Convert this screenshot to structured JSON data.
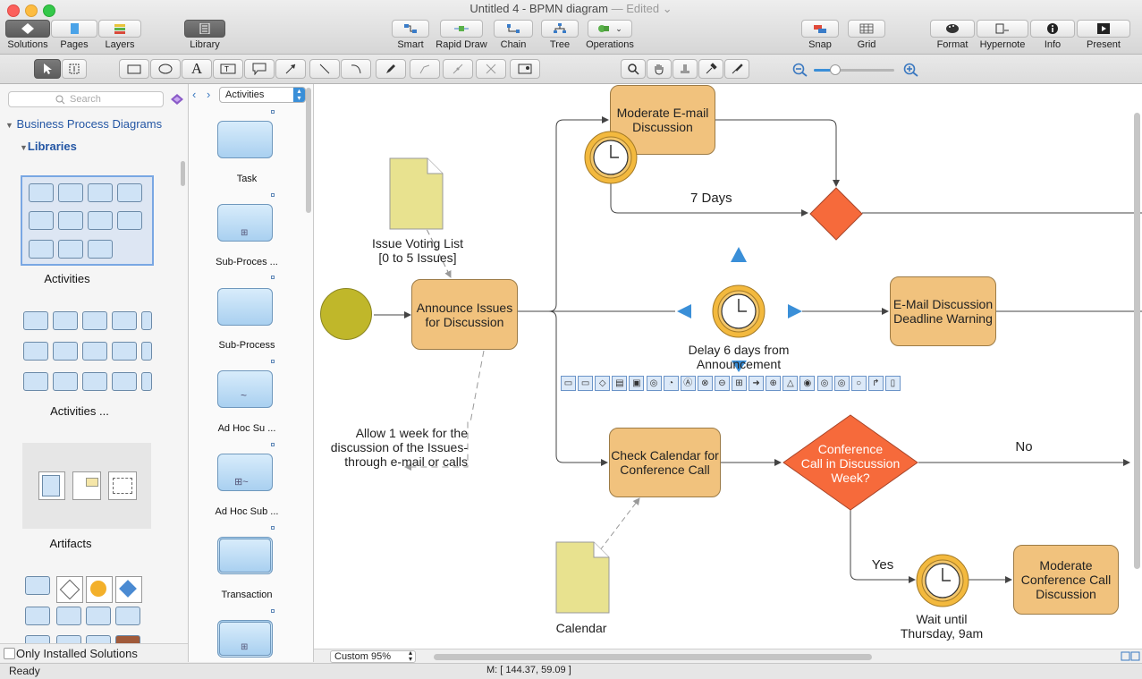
{
  "window": {
    "title": "Untitled 4 - BPMN diagram",
    "edited": " — Edited"
  },
  "toolbar": {
    "solutions": "Solutions",
    "pages": "Pages",
    "layers": "Layers",
    "library": "Library",
    "smart": "Smart",
    "rapid_draw": "Rapid Draw",
    "chain": "Chain",
    "tree": "Tree",
    "operations": "Operations",
    "snap": "Snap",
    "grid": "Grid",
    "format": "Format",
    "hypernote": "Hypernote",
    "info": "Info",
    "present": "Present"
  },
  "left_panel": {
    "search_placeholder": "Search",
    "tree_root": "Business Process Diagrams",
    "tree_child": "Libraries",
    "libraries": [
      "Activities",
      "Activities ...",
      "Artifacts"
    ],
    "only_installed": "Only Installed Solutions"
  },
  "middle_panel": {
    "dropdown": "Activities",
    "shapes": [
      "Task",
      "Sub-Proces ...",
      "Sub-Process",
      "Ad Hoc Su ...",
      "Ad Hoc Sub ...",
      "Transaction"
    ]
  },
  "diagram": {
    "moderate_email": "Moderate E-mail Discussion",
    "seven_days": "7 Days",
    "issue_voting_1": "Issue Voting List",
    "issue_voting_2": "[0 to 5 Issues]",
    "announce_issues": "Announce Issues for Discussion",
    "delay_1": "Delay 6 days from",
    "delay_2": "Announcement",
    "email_deadline": "E-Mail Discussion Deadline Warning",
    "allow_1": "Allow 1 week for the",
    "allow_2": "discussion of the Issues-",
    "allow_3": "through e-mail or calls",
    "check_calendar": "Check Calendar for Conference Call",
    "conference_q_1": "Conference",
    "conference_q_2": "Call in Discussion",
    "conference_q_3": "Week?",
    "no": "No",
    "yes": "Yes",
    "calendar": "Calendar",
    "wait_1": "Wait until",
    "wait_2": "Thursday, 9am",
    "moderate_conf": "Moderate Conference Call Discussion"
  },
  "colors": {
    "task_fill": "#f1c27d",
    "gateway_fill": "#f66a3b",
    "start_event": "#c0b72a",
    "artifact_fill": "#e8e28f",
    "handle_blue": "#3a8fd8"
  },
  "bottom": {
    "zoom": "Custom 95%",
    "mouse": "M: [ 144.37, 59.09 ]",
    "status": "Ready"
  }
}
